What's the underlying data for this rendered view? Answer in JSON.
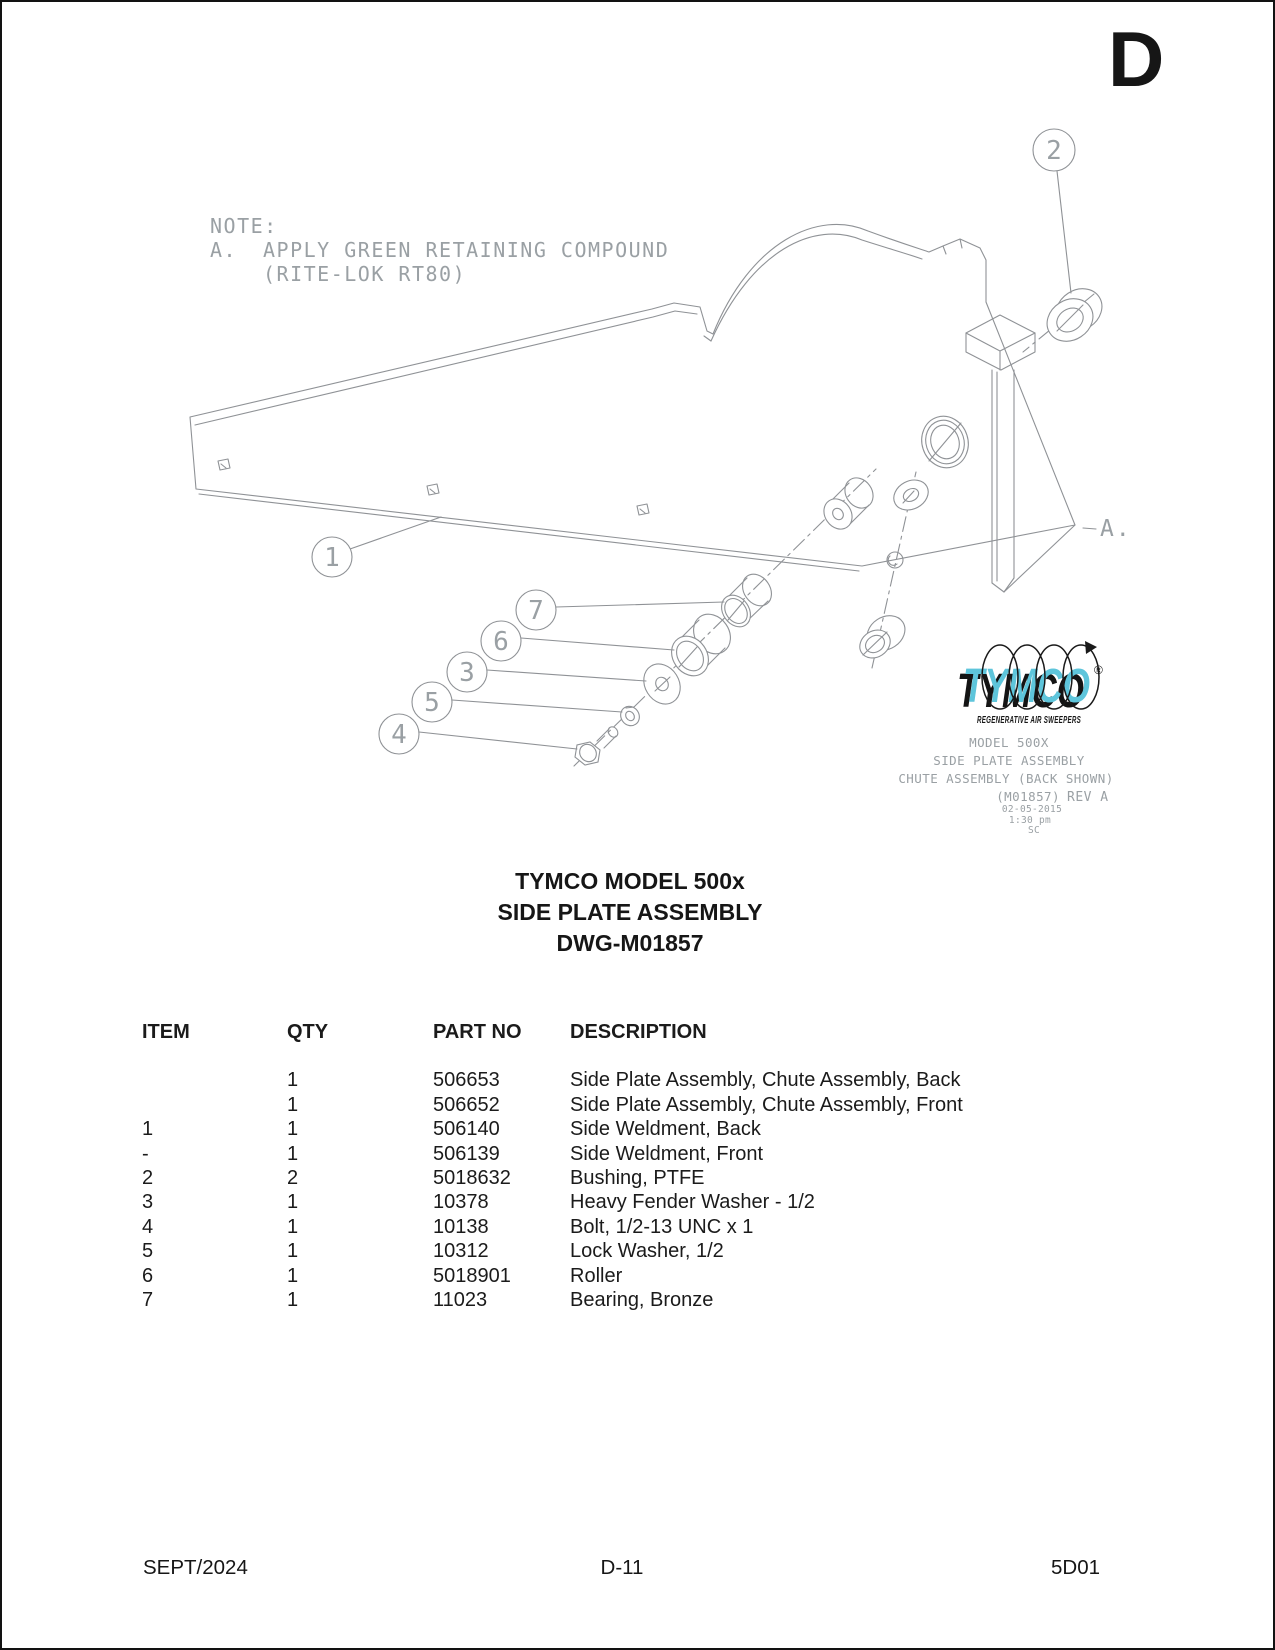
{
  "page": {
    "section_letter": "D",
    "footer": {
      "date": "SEPT/2024",
      "page_number": "D-11",
      "code": "5D01"
    }
  },
  "note": {
    "heading": "NOTE:",
    "item_letter": "A.",
    "line1": "APPLY GREEN RETAINING COMPOUND",
    "line2": "(RITE-LOK RT80)"
  },
  "drawing": {
    "reference_label": "A.",
    "callouts": [
      "1",
      "2",
      "3",
      "4",
      "5",
      "6",
      "7"
    ],
    "logo": {
      "brand": "TYMCO",
      "registered_mark": "®",
      "tagline": "REGENERATIVE AIR SWEEPERS"
    },
    "stamp": {
      "model": "MODEL 500X",
      "assembly": "SIDE PLATE ASSEMBLY",
      "view": "CHUTE ASSEMBLY (BACK SHOWN)",
      "drawing_number": "(M01857)",
      "revision": "REV A",
      "date": "02-05-2015",
      "time": "1:30 pm",
      "initials": "SC"
    }
  },
  "title_block": {
    "line1": "TYMCO MODEL 500x",
    "line2": "SIDE PLATE ASSEMBLY",
    "line3": "DWG-M01857"
  },
  "parts_table": {
    "columns": {
      "item": "ITEM",
      "qty": "QTY",
      "part_no": "PART NO",
      "description": "DESCRIPTION"
    },
    "rows": [
      {
        "item": "",
        "qty": "1",
        "part_no": "506653",
        "description": "Side Plate Assembly, Chute Assembly, Back"
      },
      {
        "item": "",
        "qty": "1",
        "part_no": "506652",
        "description": "Side Plate Assembly, Chute Assembly, Front"
      },
      {
        "item": "1",
        "qty": "1",
        "part_no": "506140",
        "description": "Side Weldment, Back"
      },
      {
        "item": "-",
        "qty": "1",
        "part_no": "506139",
        "description": "Side Weldment, Front"
      },
      {
        "item": "2",
        "qty": "2",
        "part_no": "5018632",
        "description": "Bushing, PTFE"
      },
      {
        "item": "3",
        "qty": "1",
        "part_no": "10378",
        "description": "Heavy Fender Washer - 1/2"
      },
      {
        "item": "4",
        "qty": "1",
        "part_no": "10138",
        "description": "Bolt, 1/2-13 UNC x 1"
      },
      {
        "item": "5",
        "qty": "1",
        "part_no": "10312",
        "description": "Lock Washer, 1/2"
      },
      {
        "item": "6",
        "qty": "1",
        "part_no": "5018901",
        "description": "Roller"
      },
      {
        "item": "7",
        "qty": "1",
        "part_no": "11023",
        "description": "Bearing, Bronze"
      }
    ]
  },
  "colors": {
    "accent_cyan": "#5ec5db",
    "stamp_cyan": "#82d0e4",
    "cad_gray": "#9aa0a4",
    "line_gray": "#8f9296",
    "ink": "#1a1a1a"
  }
}
